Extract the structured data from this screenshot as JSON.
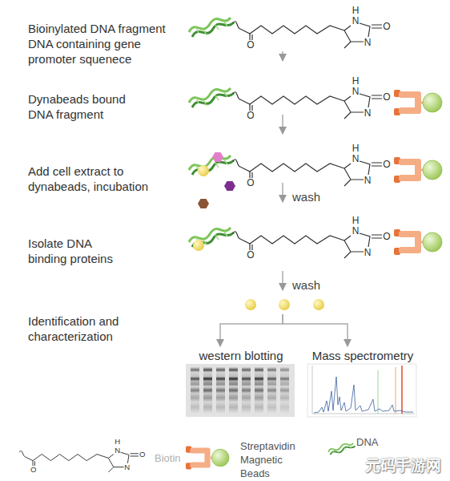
{
  "diagram": {
    "nodes": [
      {
        "text": [
          "Bioinylated DNA fragment DNA containing gene promoter squenece"
        ]
      },
      {
        "text": [
          "Dynabeads bound DNA fragment"
        ]
      },
      {
        "text": [
          "Add cell extract to dynabeads, incubation"
        ]
      },
      {
        "text": [
          "Isolate DNA binding proteins"
        ]
      },
      {
        "text": [
          "Identification and characterization"
        ]
      },
      {
        "text": [
          "western blotting"
        ]
      },
      {
        "text": [
          "Mass spectrometry"
        ]
      }
    ],
    "edges": [
      {
        "from": 0,
        "to": 1,
        "arrow": "to"
      },
      {
        "from": 1,
        "to": 2,
        "arrow": "to"
      },
      {
        "from": 2,
        "to": 3,
        "label": "wash",
        "arrow": "to"
      },
      {
        "from": 3,
        "to": 4,
        "label": "wash",
        "arrow": "to"
      },
      {
        "from": 4,
        "to": 5,
        "arrow": "to"
      },
      {
        "from": 4,
        "to": 6,
        "arrow": "to"
      }
    ],
    "labels": [
      "O",
      "H",
      "N",
      "N",
      "O",
      "O",
      "H",
      "N",
      "N",
      "O",
      "O",
      "H",
      "N",
      "N",
      "O",
      "O",
      "H",
      "N",
      "N",
      "O",
      "O",
      "H",
      "N",
      "N",
      "O",
      "元码手游网"
    ],
    "legend": [
      {
        "text": "Biotin"
      },
      {
        "text": "Streptavidin Magnetic Beads"
      },
      {
        "text": "DNA"
      }
    ]
  }
}
